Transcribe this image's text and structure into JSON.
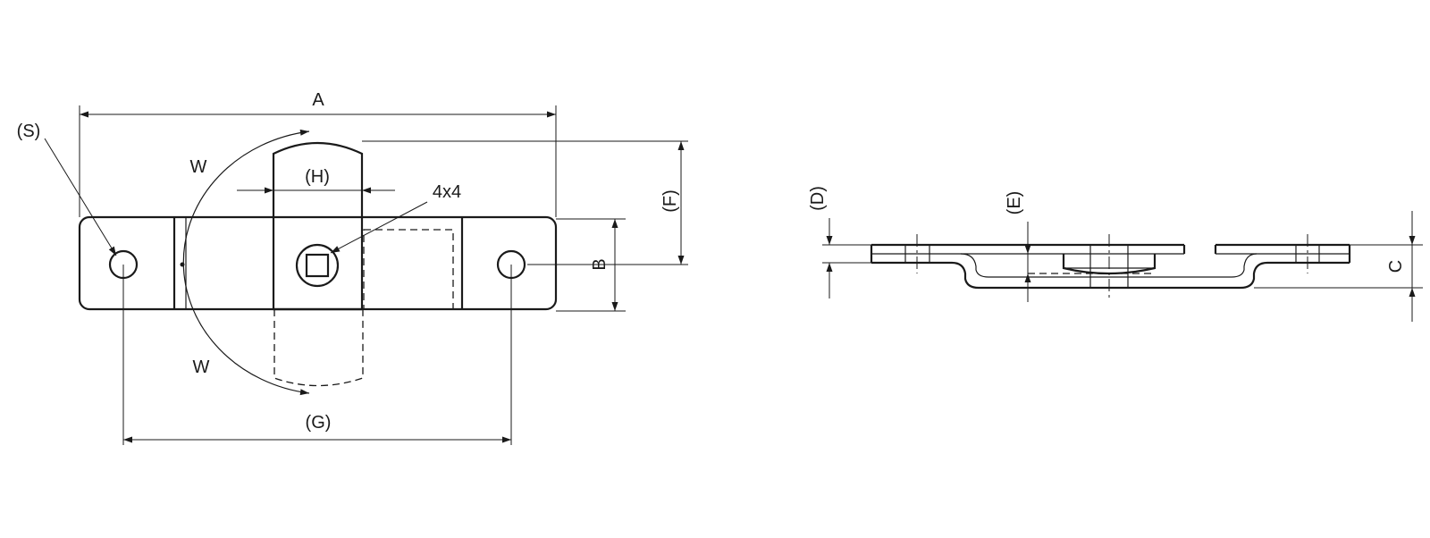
{
  "labels": {
    "a": "A",
    "b": "B",
    "c": "C",
    "d": "(D)",
    "e": "(E)",
    "f": "(F)",
    "g": "(G)",
    "h": "(H)",
    "s": "(S)",
    "w_top": "W",
    "w_bottom": "W",
    "square": "4x4"
  }
}
